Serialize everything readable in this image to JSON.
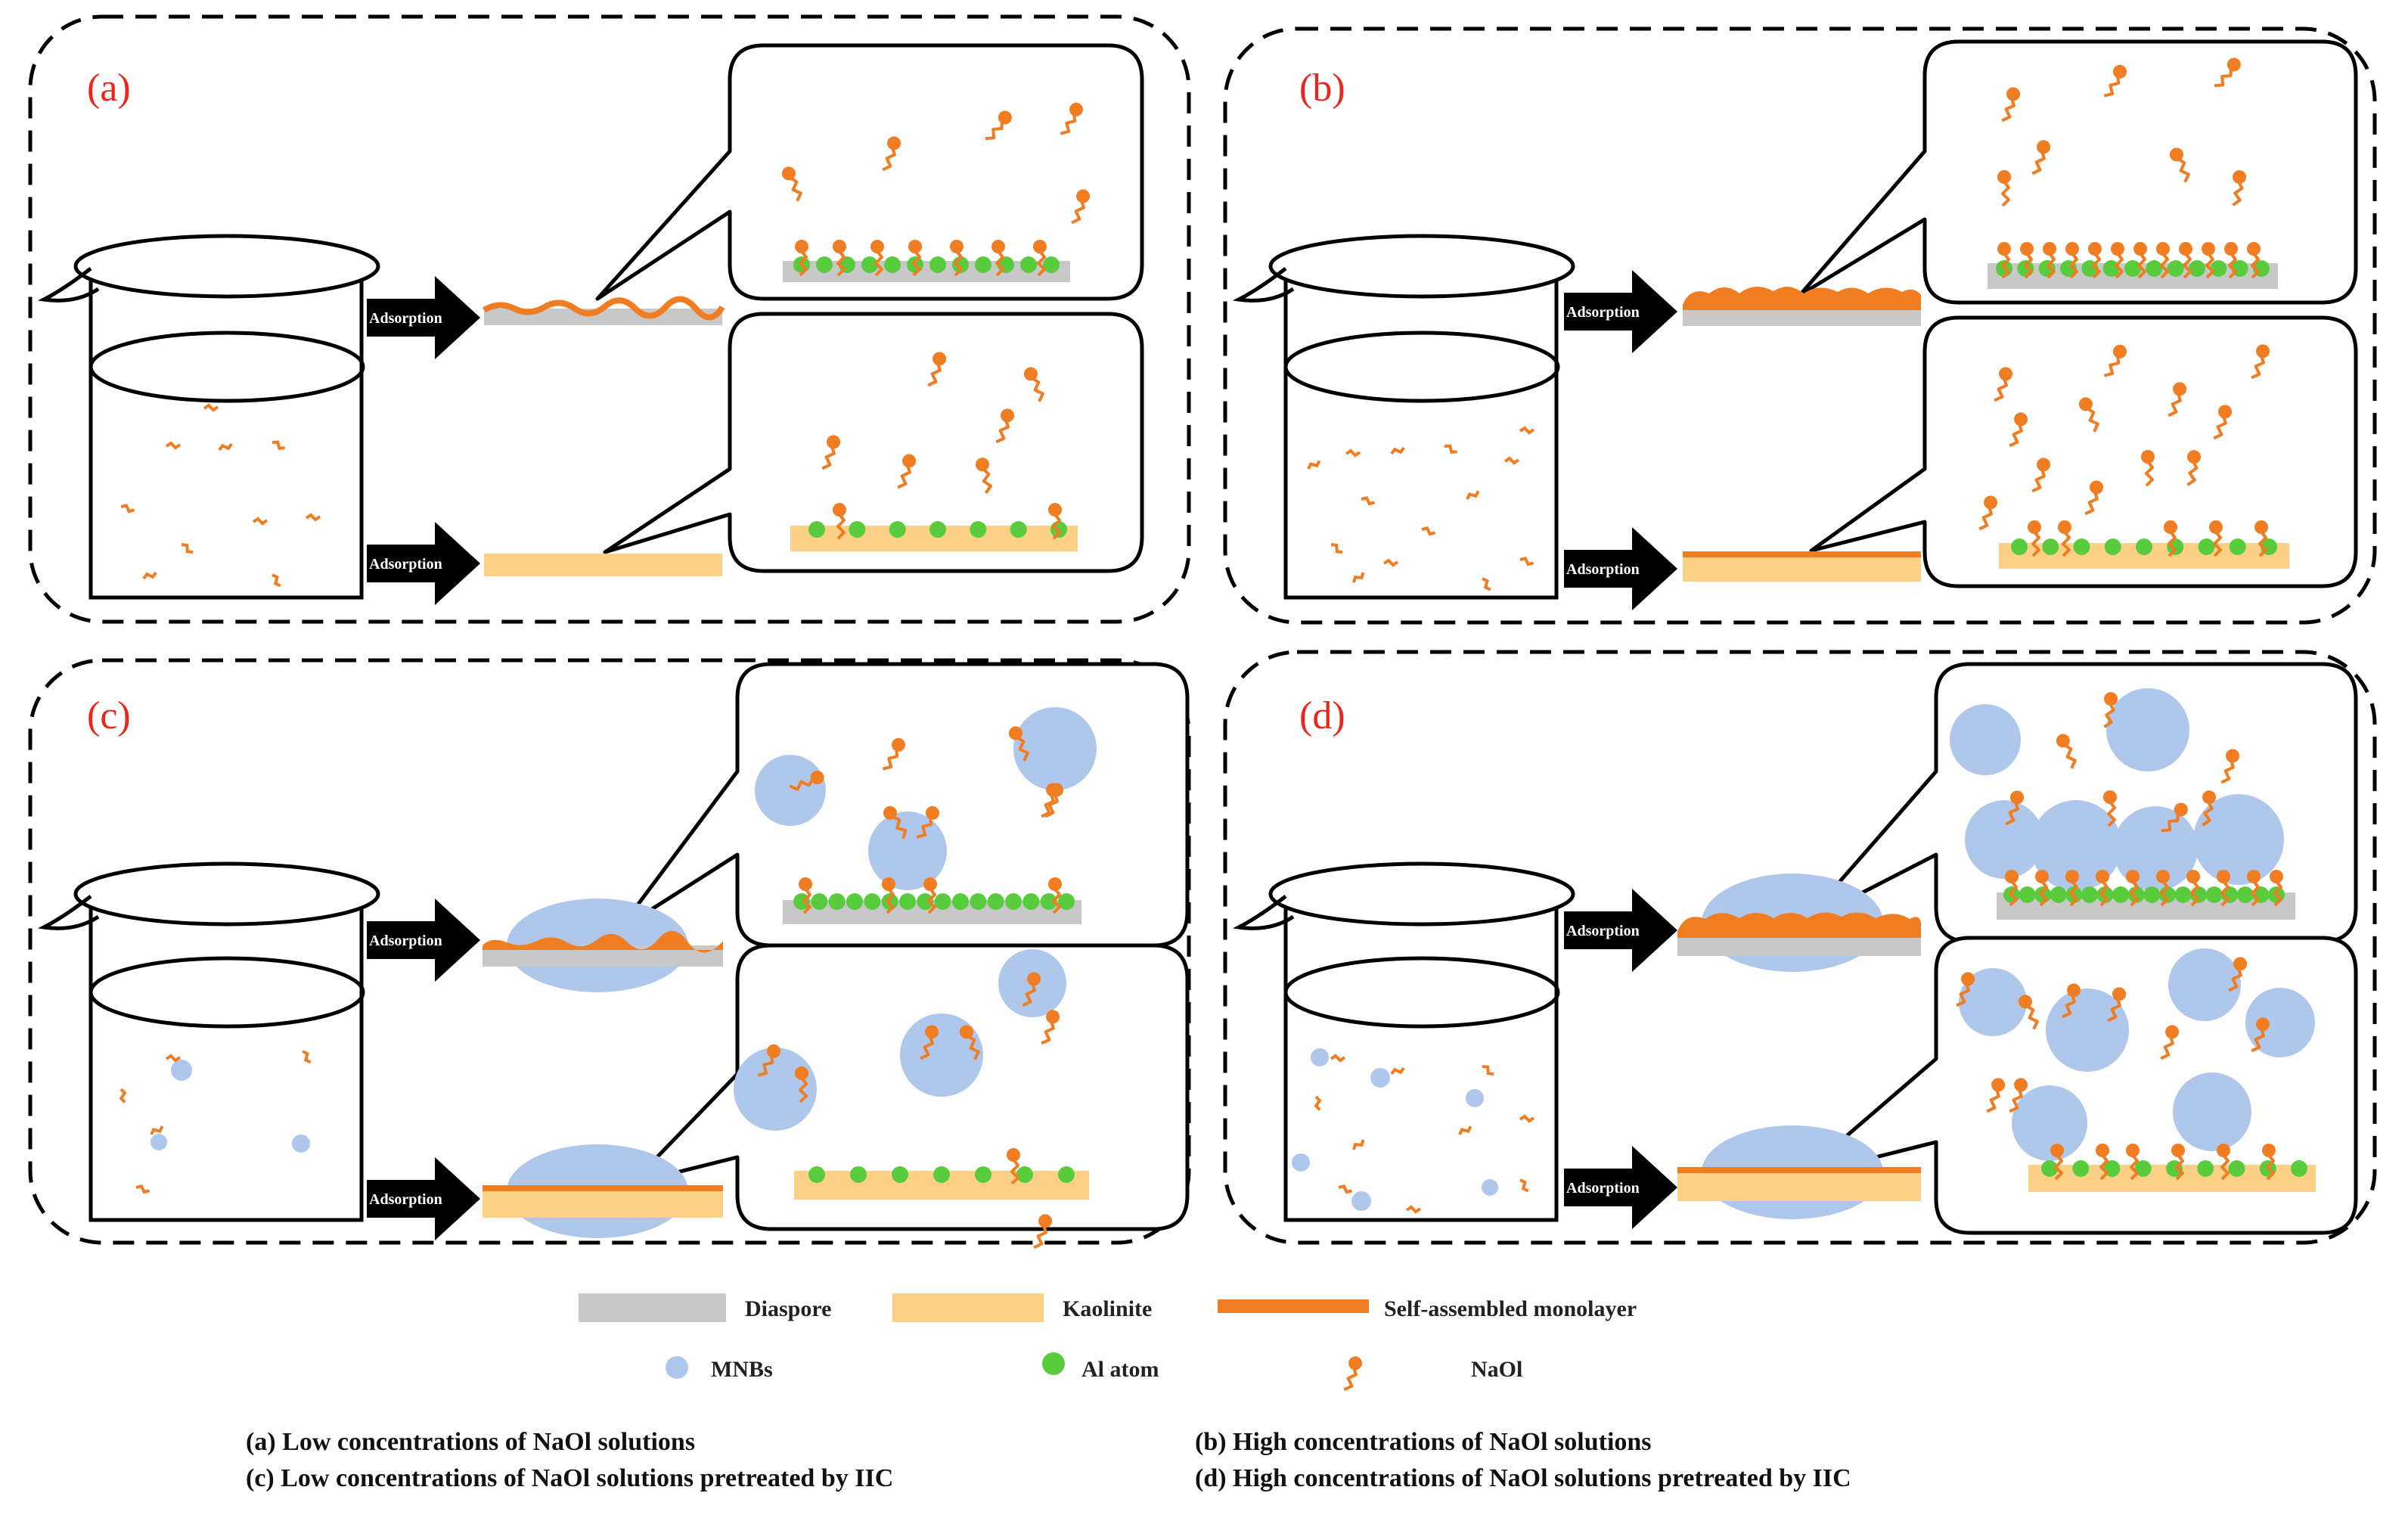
{
  "colors": {
    "naol": "#f07d22",
    "diaspore": "#c8c8c8",
    "kaolinite": "#fcd086",
    "monolayer": "#f07d22",
    "mnb": "#aec7ea",
    "al_atom": "#58cc3c",
    "label": "#e8281e",
    "arrow": "#000000"
  },
  "panels": [
    {
      "label": "(a)",
      "arrow_top": "Adsorption",
      "arrow_bottom": "Adsorption"
    },
    {
      "label": "(b)",
      "arrow_top": "Adsorption",
      "arrow_bottom": "Adsorption"
    },
    {
      "label": "(c)",
      "arrow_top": "Adsorption",
      "arrow_bottom": "Adsorption"
    },
    {
      "label": "(d)",
      "arrow_top": "Adsorption",
      "arrow_bottom": "Adsorption"
    }
  ],
  "legend": {
    "diaspore": "Diaspore",
    "kaolinite": "Kaolinite",
    "monolayer": "Self-assembled monolayer",
    "mnbs": "MNBs",
    "al_atom": "Al atom",
    "naol": "NaOl"
  },
  "captions": {
    "a": "(a)  Low concentrations of NaOl solutions",
    "b": "(b) High concentrations of NaOl solutions",
    "c": "(c) Low concentrations of NaOl solutions pretreated by IIC",
    "d": "(d) High concentrations of NaOl solutions pretreated by IIC"
  }
}
